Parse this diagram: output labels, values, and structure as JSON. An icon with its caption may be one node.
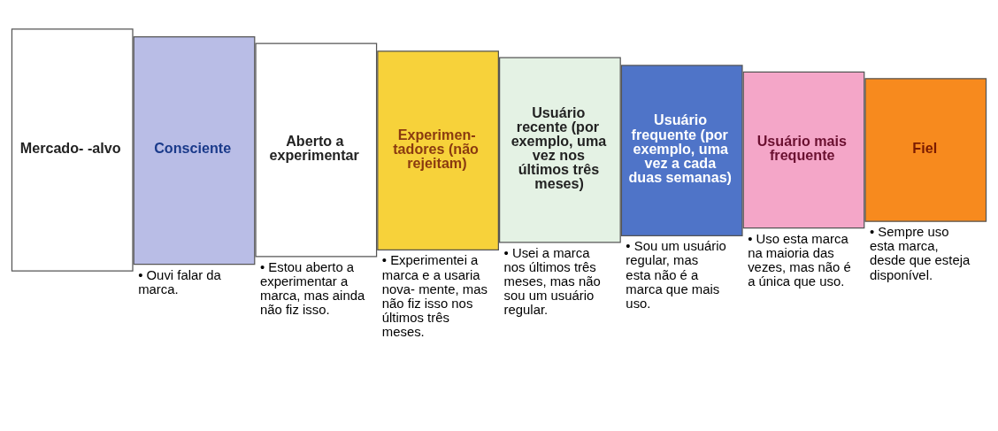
{
  "diagram": {
    "nodes": [
      {
        "text": [
          "Mercado- -alvo"
        ]
      },
      {
        "text": [
          "Consciente"
        ],
        "beside": [
          "• Ouvi falar da marca."
        ]
      },
      {
        "text": [
          "Aberto a experimentar"
        ],
        "beside": [
          "• Estou aberto a experimentar a marca, mas ainda não fiz isso."
        ]
      },
      {
        "text": [
          "Experimen- tadores (não rejeitam)"
        ],
        "beside": [
          "• Experimentei a marca e a usaria nova- mente, mas não fiz isso nos últimos três meses."
        ]
      },
      {
        "text": [
          "Usuário recente (por exemplo, uma vez nos últimos três meses)"
        ],
        "beside": [
          "• Usei a marca nos últimos três meses, mas não sou um usuário regular."
        ]
      },
      {
        "text": [
          "Usuário frequente (por exemplo, uma vez a cada duas semanas)"
        ],
        "beside": [
          "• Sou um usuário regular, mas esta não é a marca que mais uso."
        ]
      },
      {
        "text": [
          "Usuário mais frequente"
        ],
        "beside": [
          "• Uso esta marca na maioria das vezes, mas não é a única que uso."
        ]
      },
      {
        "text": [
          "Fiel"
        ],
        "beside": [
          "• Sempre uso esta marca, desde que esteja disponível."
        ]
      }
    ],
    "edges": []
  }
}
